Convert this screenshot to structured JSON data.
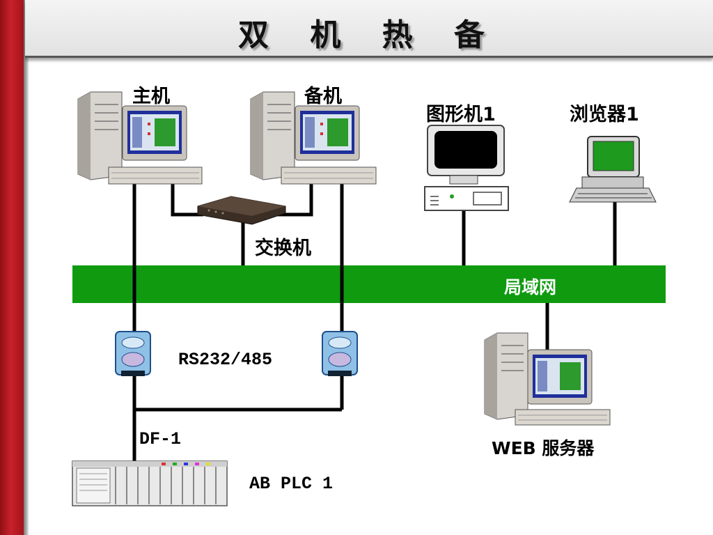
{
  "slide": {
    "title": "双 机 热 备",
    "accent_color": "#c8212a",
    "lan_color": "#109a10"
  },
  "nodes": {
    "primary": {
      "label": "主机",
      "icon": "server-workstation-icon"
    },
    "standby": {
      "label": "备机",
      "icon": "server-workstation-icon"
    },
    "switch": {
      "label": "交换机",
      "icon": "network-switch-icon"
    },
    "graphics": {
      "label": "图形机1",
      "icon": "desktop-computer-icon"
    },
    "browser": {
      "label": "浏览器1",
      "icon": "terminal-computer-icon"
    },
    "lan": {
      "label": "局域网"
    },
    "converter": {
      "label": "RS232/485",
      "icon": "serial-converter-icon"
    },
    "df1": {
      "label": "DF-1"
    },
    "plc": {
      "label": "AB PLC 1",
      "icon": "plc-rack-icon"
    },
    "web": {
      "label": "WEB 服务器",
      "icon": "server-workstation-icon"
    }
  }
}
